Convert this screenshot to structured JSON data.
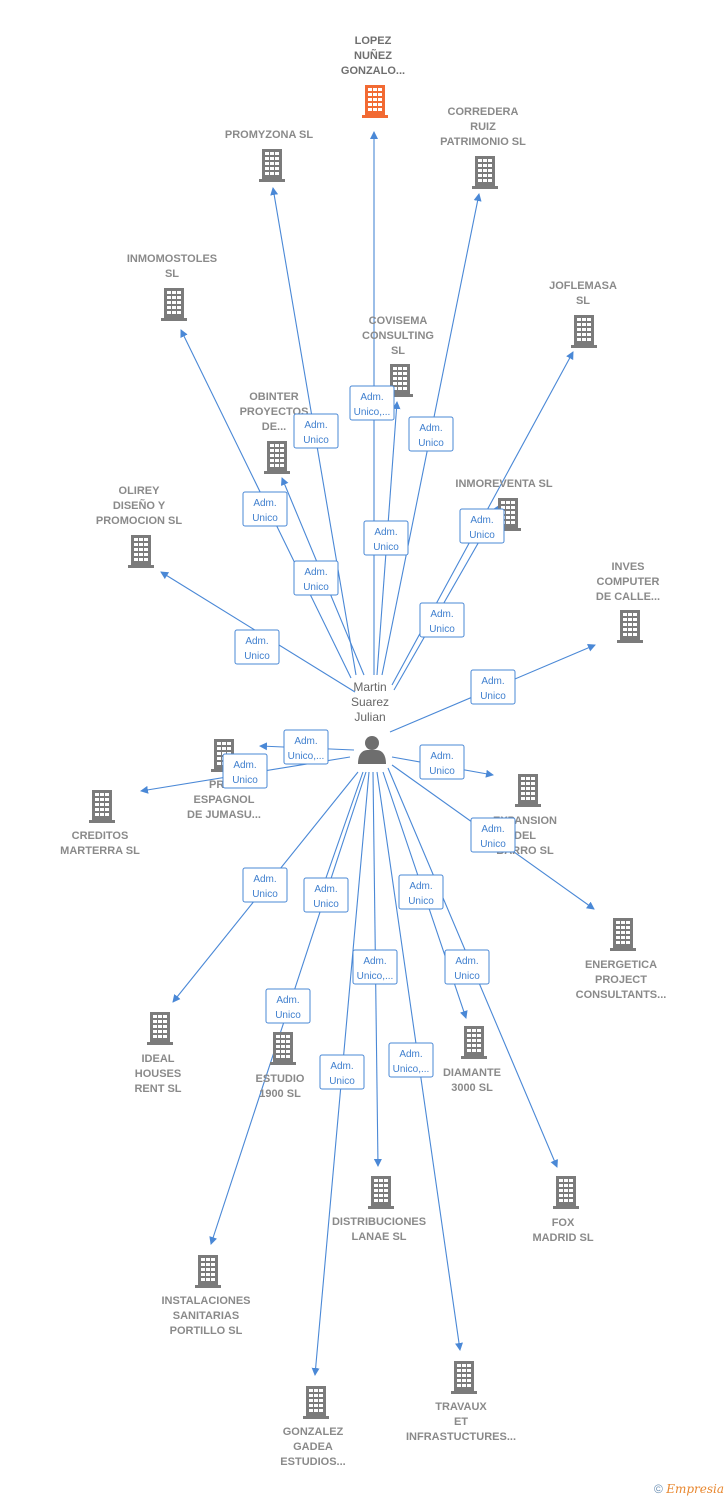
{
  "colors": {
    "edge": "#4a88d6",
    "building": "#7b7b7b",
    "building_highlight": "#f26a33",
    "person": "#6e6e6e"
  },
  "center": {
    "name": [
      "Martin",
      "Suarez",
      "Julian"
    ],
    "icon": "person-icon"
  },
  "nodes": [
    {
      "id": "lopez",
      "lines": [
        "LOPEZ",
        "NUÑEZ",
        "GONZALO..."
      ],
      "highlight": true,
      "edge_label": [
        "Adm.",
        "Unico,..."
      ]
    },
    {
      "id": "promyzona",
      "lines": [
        "PROMYZONA SL"
      ],
      "edge_label": [
        "Adm.",
        "Unico"
      ]
    },
    {
      "id": "corredera",
      "lines": [
        "CORREDERA",
        "RUIZ",
        "PATRIMONIO SL"
      ],
      "edge_label": [
        "Adm.",
        "Unico"
      ]
    },
    {
      "id": "inmomostoles",
      "lines": [
        "INMOMOSTOLES",
        "SL"
      ],
      "edge_label": [
        "Adm.",
        "Unico"
      ]
    },
    {
      "id": "joflemasa",
      "lines": [
        "JOFLEMASA",
        "SL"
      ],
      "edge_label": [
        "Adm.",
        "Unico"
      ]
    },
    {
      "id": "covisema",
      "lines": [
        "COVISEMA",
        "CONSULTING",
        "SL"
      ],
      "edge_label": [
        "Adm.",
        "Unico"
      ]
    },
    {
      "id": "obinter",
      "lines": [
        "OBINTER",
        "PROYECTOS",
        "DE..."
      ],
      "edge_label": [
        "Adm.",
        "Unico"
      ]
    },
    {
      "id": "inmoreventa",
      "lines": [
        "INMOREVENTA SL"
      ],
      "edge_label": [
        "Adm.",
        "Unico"
      ]
    },
    {
      "id": "olirey",
      "lines": [
        "OLIREY",
        "DISEÑO Y",
        "PROMOCION SL"
      ],
      "edge_label": [
        "Adm.",
        "Unico"
      ]
    },
    {
      "id": "inves",
      "lines": [
        "INVES",
        "COMPUTER",
        "DE CALLE..."
      ],
      "edge_label": [
        "Adm.",
        "Unico"
      ]
    },
    {
      "id": "proj",
      "lines": [
        "PROJ",
        "ESPAGNOL",
        "DE JUMASU..."
      ],
      "edge_label": [
        "Adm.",
        "Unico,..."
      ]
    },
    {
      "id": "creditos",
      "lines": [
        "CREDITOS",
        "MARTERRA SL"
      ],
      "edge_label": [
        "Adm.",
        "Unico"
      ]
    },
    {
      "id": "expansion",
      "lines": [
        "EXPANSION",
        "DEL",
        "BARRO SL"
      ],
      "edge_label": [
        "Adm.",
        "Unico"
      ]
    },
    {
      "id": "energetica",
      "lines": [
        "ENERGETICA",
        "PROJECT",
        "CONSULTANTS..."
      ],
      "edge_label": [
        "Adm.",
        "Unico"
      ]
    },
    {
      "id": "ideal",
      "lines": [
        "IDEAL",
        "HOUSES",
        "RENT  SL"
      ],
      "edge_label": [
        "Adm.",
        "Unico"
      ]
    },
    {
      "id": "estudio",
      "lines": [
        "ESTUDIO",
        "1900 SL"
      ],
      "edge_label": [
        "Adm.",
        "Unico"
      ]
    },
    {
      "id": "diamante",
      "lines": [
        "DIAMANTE",
        "3000 SL"
      ],
      "edge_label": [
        "Adm.",
        "Unico"
      ]
    },
    {
      "id": "distribuciones",
      "lines": [
        "DISTRIBUCIONES",
        "LANAE SL"
      ],
      "edge_label": [
        "Adm.",
        "Unico,..."
      ]
    },
    {
      "id": "fox",
      "lines": [
        "FOX",
        "MADRID  SL"
      ],
      "edge_label": [
        "Adm.",
        "Unico"
      ]
    },
    {
      "id": "instalaciones",
      "lines": [
        "INSTALACIONES",
        "SANITARIAS",
        "PORTILLO SL"
      ],
      "edge_label": [
        "Adm.",
        "Unico"
      ]
    },
    {
      "id": "gonzalez",
      "lines": [
        "GONZALEZ",
        "GADEA",
        "ESTUDIOS..."
      ],
      "edge_label": [
        "Adm.",
        "Unico"
      ]
    },
    {
      "id": "travaux",
      "lines": [
        "TRAVAUX",
        "ET",
        "INFRASTUCTURES..."
      ],
      "edge_label": [
        "Adm.",
        "Unico,..."
      ]
    }
  ],
  "footer": {
    "copyright": "©",
    "brand": "Empresia"
  }
}
